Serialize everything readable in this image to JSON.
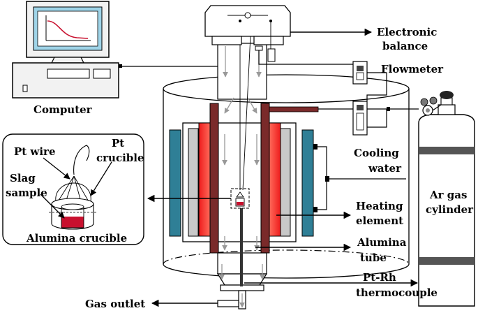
{
  "labels": {
    "computer": "Computer",
    "electronic_balance": [
      "Electronic",
      "balance"
    ],
    "flowmeter": "Flowmeter",
    "pt_wire": "Pt wire",
    "pt_crucible": [
      "Pt",
      "crucible"
    ],
    "slag_sample": [
      "Slag",
      "sample"
    ],
    "alumina_crucible": "Alumina crucible",
    "cooling_water": [
      "Cooling",
      "water"
    ],
    "ar_gas_cylinder": [
      "Ar gas",
      "cylinder"
    ],
    "heating_element": [
      "Heating",
      "element"
    ],
    "alumina_tube": [
      "Alumina",
      "tube"
    ],
    "thermocouple": [
      "Pt-Rh",
      "thermocouple"
    ],
    "gas_outlet": "Gas outlet"
  },
  "colors": {
    "heater_red": "#ee1c1c",
    "cooling_blue": "#2f7f96",
    "tube_brown": "#7a2a2a",
    "insulation_gray": "#c8c8c8",
    "screen_blue": "#9fd4e8",
    "slag_red": "#c8102e"
  }
}
